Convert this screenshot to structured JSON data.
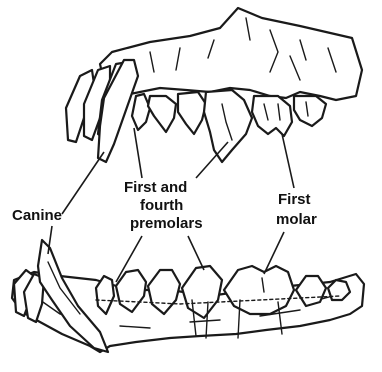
{
  "labels": {
    "canine": "Canine",
    "premolars_line1": "First and",
    "premolars_line2": "fourth",
    "premolars_line3": "premolars",
    "molar_line1": "First",
    "molar_line2": "molar"
  }
}
